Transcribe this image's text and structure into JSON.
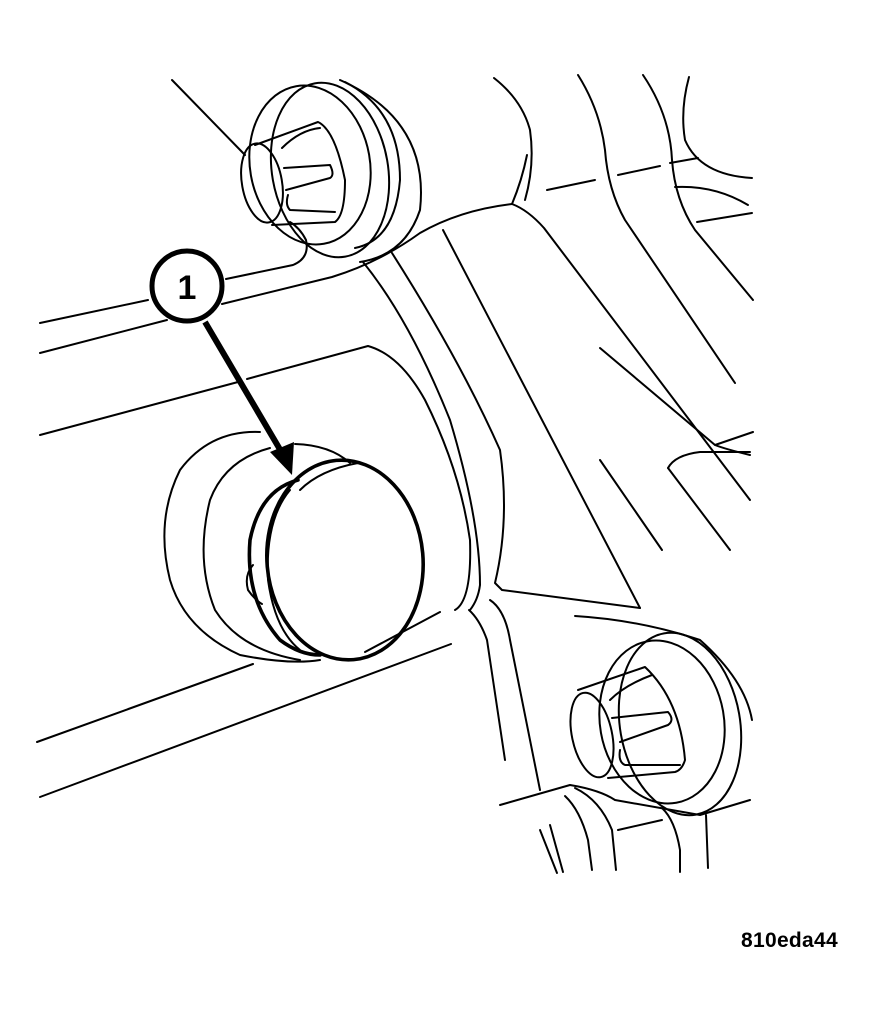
{
  "figure": {
    "id_label": "810eda44",
    "description": "Line-art service illustration of a housing/bracket with two fasteners and a round cap plug"
  },
  "callouts": [
    {
      "number": "1",
      "target": "round-cap-plug"
    }
  ],
  "components": [
    {
      "name": "upper-fastener"
    },
    {
      "name": "lower-fastener"
    },
    {
      "name": "round-cap-plug"
    },
    {
      "name": "bracket-housing"
    }
  ],
  "colors": {
    "line": "#000000",
    "background": "#ffffff"
  }
}
